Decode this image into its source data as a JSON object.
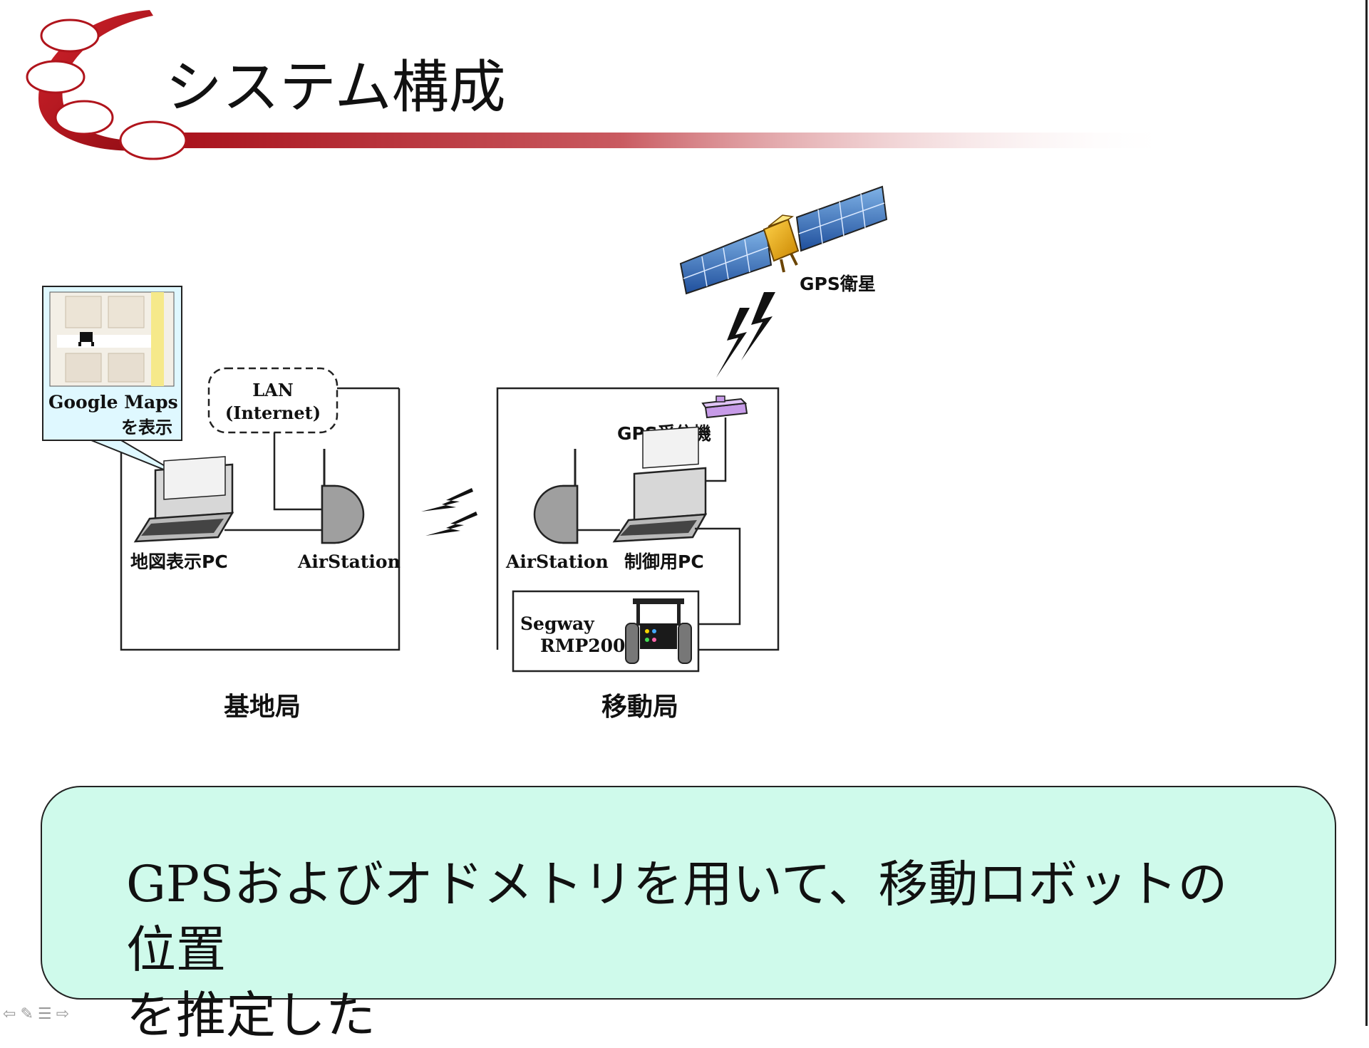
{
  "slide": {
    "title": "システム構成",
    "callout_text": "GPSおよびオドメトリを用いて、移動ロボットの位置\nを推定した"
  },
  "diagram": {
    "gps_satellite": "GPS衛星",
    "lan_line1": "LAN",
    "lan_line2": "(Internet)",
    "google_maps_line1": "Google Maps",
    "google_maps_line2": "を表示",
    "map_pc": "地図表示PC",
    "airstation_base": "AirStation",
    "gps_receiver": "GPS受信機",
    "airstation_mobile": "AirStation",
    "control_pc": "制御用PC",
    "segway_line1": "Segway",
    "segway_line2": "RMP200",
    "base_station": "基地局",
    "mobile_station": "移動局"
  },
  "nav": {
    "prev_icon": "⇦",
    "edit_icon": "✎",
    "menu_icon": "☰",
    "next_icon": "⇨"
  },
  "colors": {
    "title_accent": "#b0141c",
    "callout_bg": "#cffaeb",
    "gps_receiver": "#c79be8"
  }
}
